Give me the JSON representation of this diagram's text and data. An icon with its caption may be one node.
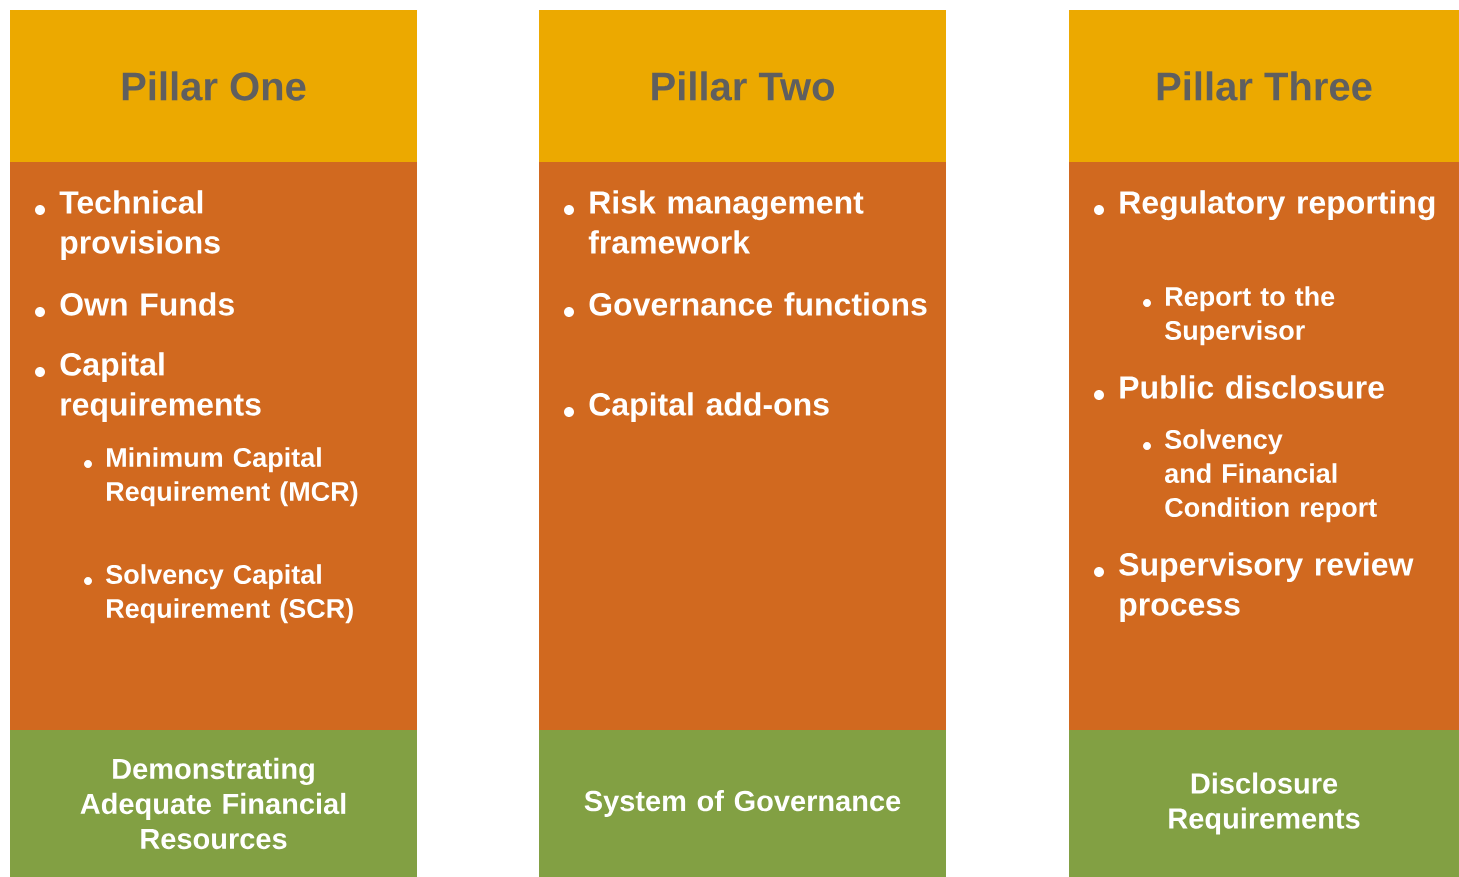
{
  "diagram": {
    "nodes": [
      {
        "text": [
          "Pillar One"
        ]
      },
      {
        "text": [
          "Technical provisions",
          "Own Funds",
          "Capital requirements",
          "Minimum Capital Requirement (MCR)",
          "Solvency Capital Requirement (SCR)"
        ]
      },
      {
        "text": [
          "Demonstrating Adequate Financial Resources"
        ]
      },
      {
        "text": [
          "Pillar Two"
        ]
      },
      {
        "text": [
          "Risk management framework",
          "Governance functions",
          "Capital add-ons"
        ]
      },
      {
        "text": [
          "System of Governance"
        ]
      },
      {
        "text": [
          "Pillar Three"
        ]
      },
      {
        "text": [
          "Regulatory reporting",
          "Report to the Supervisor",
          "Public disclosure",
          "Solvency and Financial Condition report",
          "Supervisory review process"
        ]
      },
      {
        "text": [
          "Disclosure Requirements"
        ]
      }
    ]
  }
}
